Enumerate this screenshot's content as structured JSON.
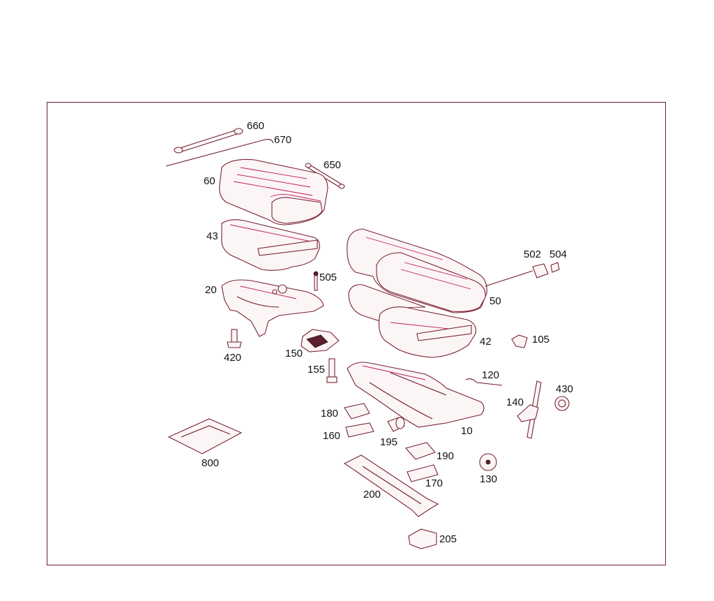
{
  "callouts": [
    {
      "id": "c660",
      "label": "660"
    },
    {
      "id": "c670",
      "label": "670"
    },
    {
      "id": "c650",
      "label": "650"
    },
    {
      "id": "c60",
      "label": "60"
    },
    {
      "id": "c43",
      "label": "43"
    },
    {
      "id": "c505",
      "label": "505"
    },
    {
      "id": "c20",
      "label": "20"
    },
    {
      "id": "c502",
      "label": "502"
    },
    {
      "id": "c504",
      "label": "504"
    },
    {
      "id": "c50",
      "label": "50"
    },
    {
      "id": "c42",
      "label": "42"
    },
    {
      "id": "c105",
      "label": "105"
    },
    {
      "id": "c420",
      "label": "420"
    },
    {
      "id": "c150",
      "label": "150"
    },
    {
      "id": "c155",
      "label": "155"
    },
    {
      "id": "c120",
      "label": "120"
    },
    {
      "id": "c430",
      "label": "430"
    },
    {
      "id": "c140",
      "label": "140"
    },
    {
      "id": "c180",
      "label": "180"
    },
    {
      "id": "c160",
      "label": "160"
    },
    {
      "id": "c195",
      "label": "195"
    },
    {
      "id": "c10",
      "label": "10"
    },
    {
      "id": "c190",
      "label": "190"
    },
    {
      "id": "c800",
      "label": "800"
    },
    {
      "id": "c130",
      "label": "130"
    },
    {
      "id": "c170",
      "label": "170"
    },
    {
      "id": "c200",
      "label": "200"
    },
    {
      "id": "c205",
      "label": "205"
    }
  ],
  "colors": {
    "frame": "#6e1a2a",
    "outline": "#7a2434",
    "seam": "#c2185b"
  }
}
